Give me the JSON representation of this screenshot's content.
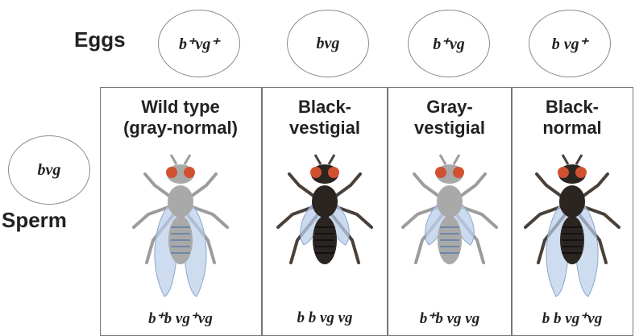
{
  "eggs_label": "Eggs",
  "sperm_label": "Sperm",
  "eggs": [
    "b⁺vg⁺",
    "bvg",
    "b⁺vg",
    "b vg⁺"
  ],
  "sperm": "bvg",
  "offspring": [
    {
      "title_line1": "Wild type",
      "title_line2": "(gray-normal)",
      "genotype": "b⁺b vg⁺vg",
      "body": "gray",
      "wings": "normal"
    },
    {
      "title_line1": "Black-",
      "title_line2": "vestigial",
      "genotype": "b b vg vg",
      "body": "black",
      "wings": "vestigial"
    },
    {
      "title_line1": "Gray-",
      "title_line2": "vestigial",
      "genotype": "b⁺b vg vg",
      "body": "gray",
      "wings": "vestigial"
    },
    {
      "title_line1": "Black-",
      "title_line2": "normal",
      "genotype": "b b vg⁺vg",
      "body": "black",
      "wings": "normal"
    }
  ],
  "colors": {
    "gray_body": "#a9a9a9",
    "black_body": "#2b2522",
    "eye": "#d0502f",
    "wing": "#b9cde8",
    "leg_gray": "#9c9c9c",
    "leg_black": "#4a403a"
  }
}
